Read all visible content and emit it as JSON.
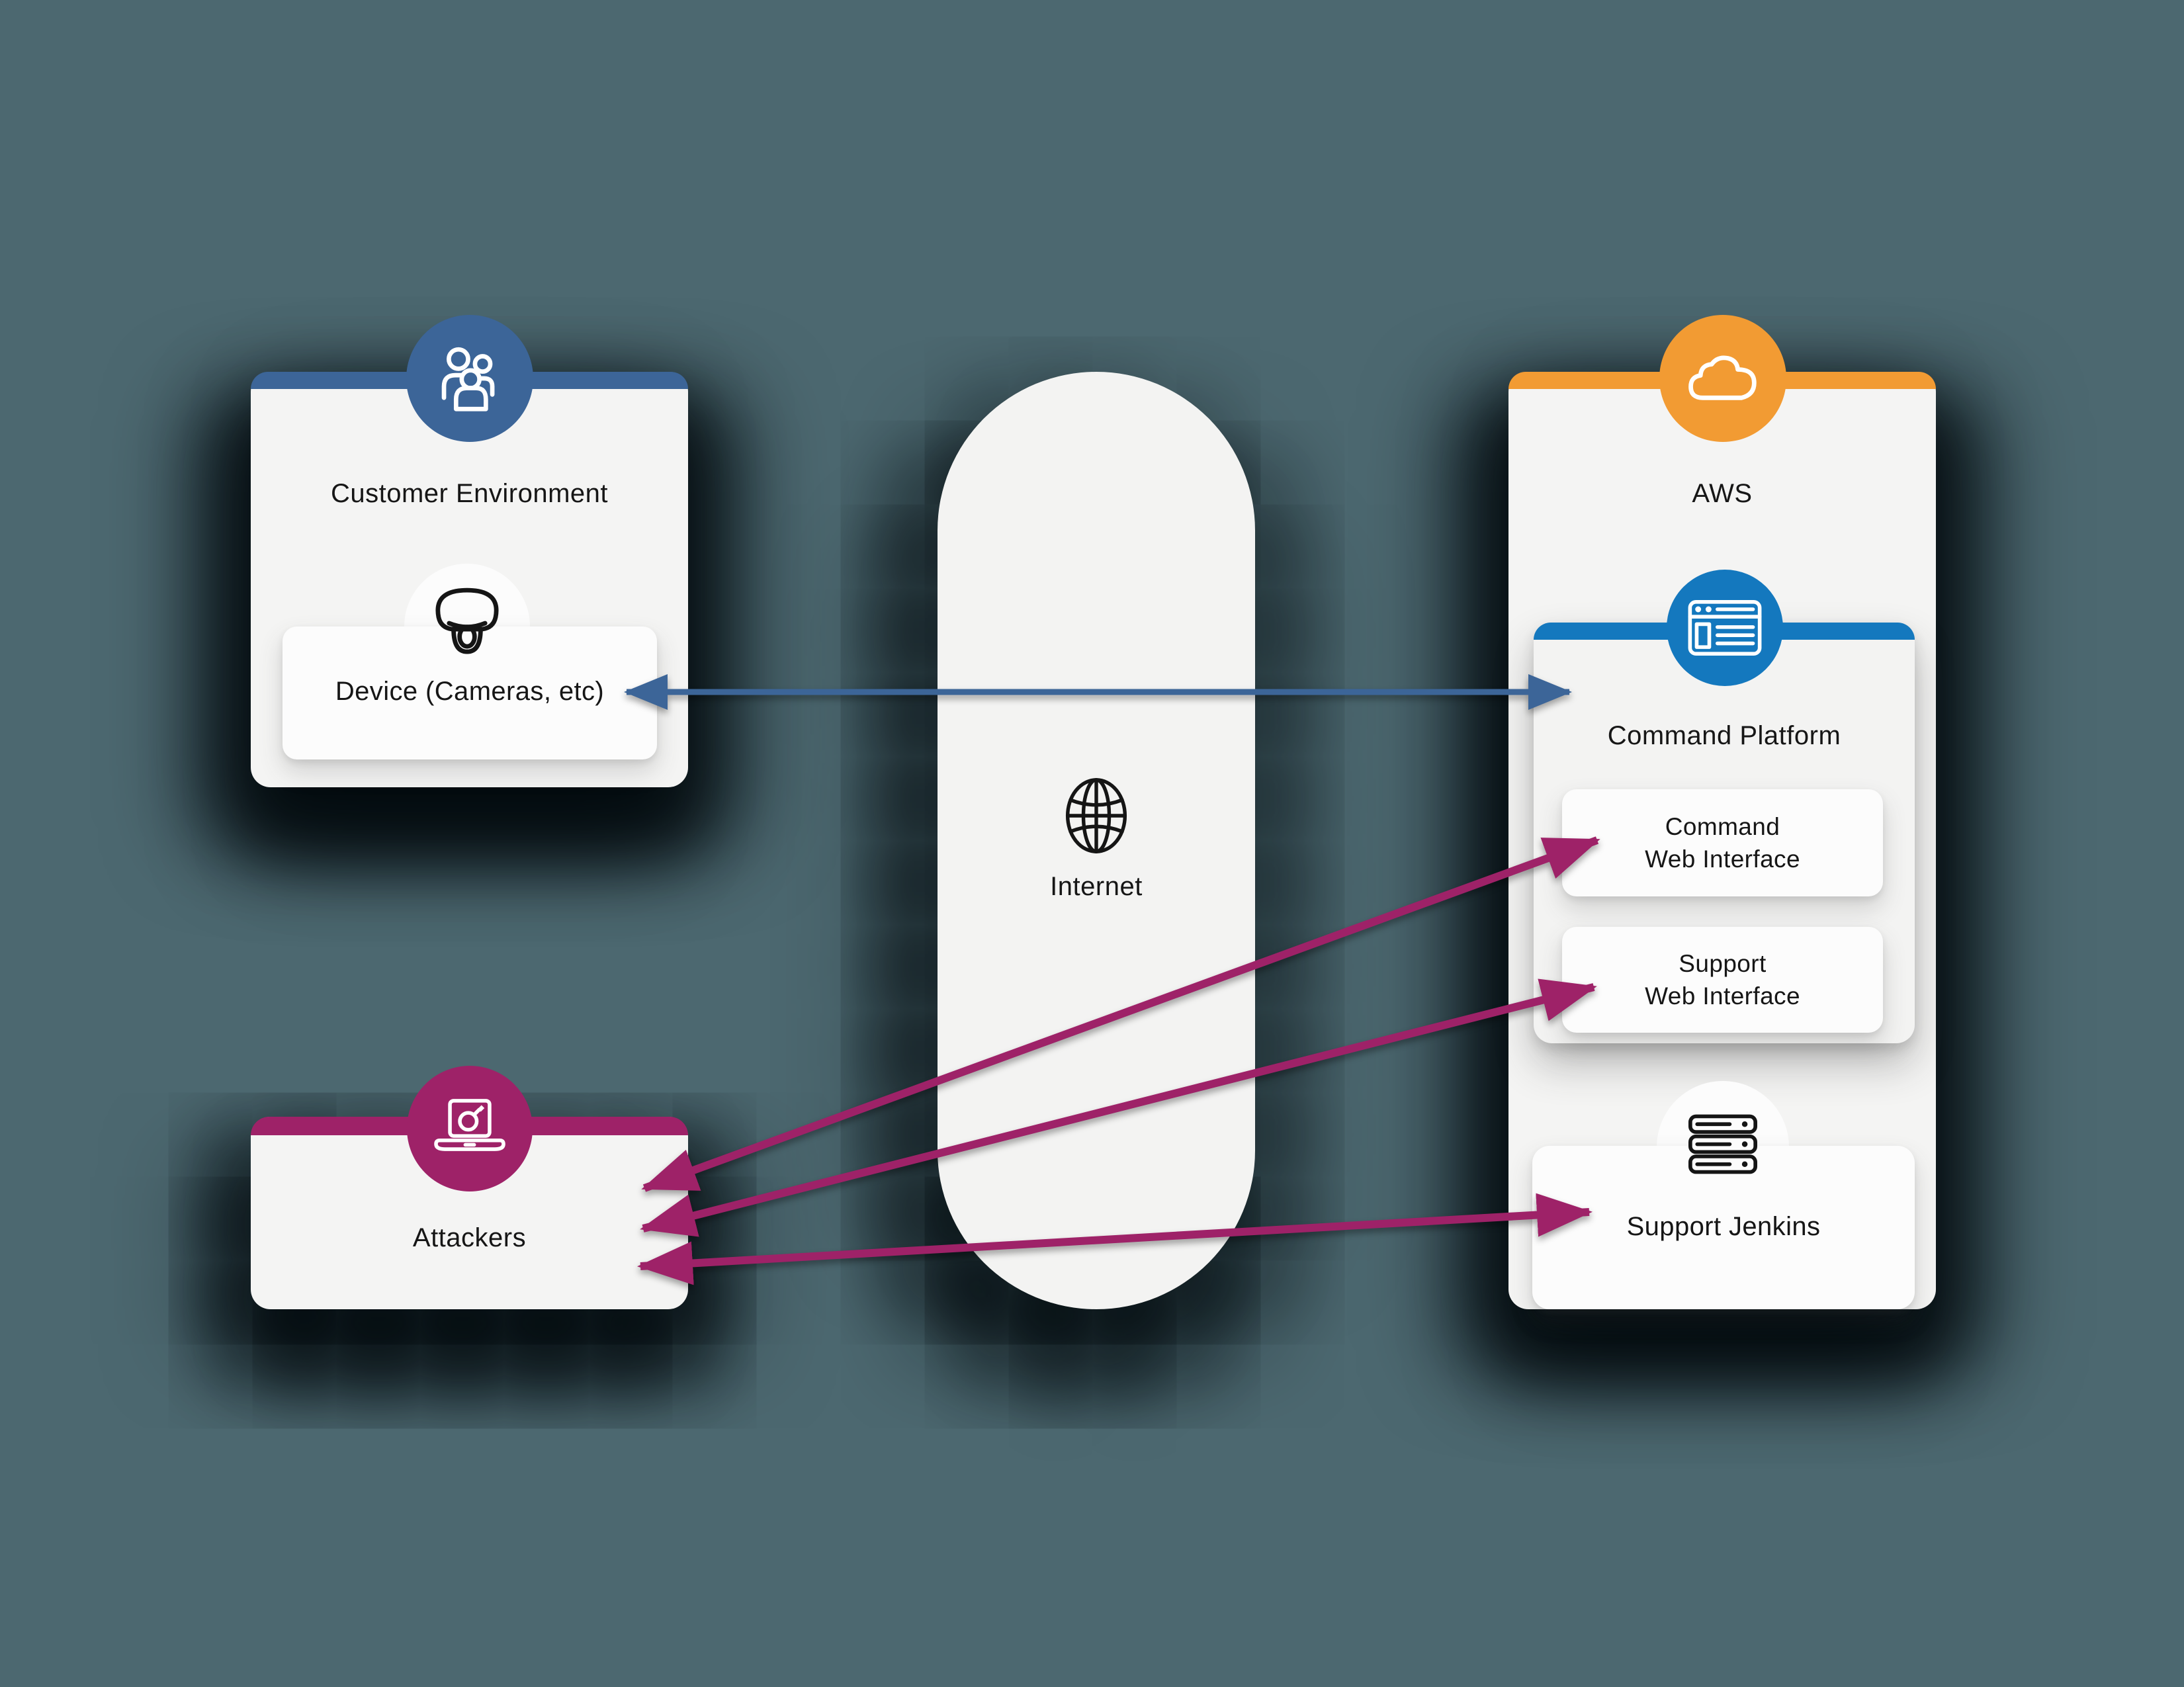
{
  "background_color": "#4C6870",
  "colors": {
    "customer_blue": "#3C6598",
    "aws_orange": "#F29B33",
    "command_blue": "#1478BE",
    "attacker_magenta": "#9E2268",
    "text": "#161616",
    "card_bg": "#F4F4F3"
  },
  "customer": {
    "title": "Customer Environment",
    "device_label": "Device (Cameras, etc)",
    "badge_icon": "people-group-icon",
    "device_icon": "dome-camera-icon"
  },
  "internet": {
    "label": "Internet",
    "icon": "globe-icon"
  },
  "aws": {
    "title": "AWS",
    "badge_icon": "cloud-icon",
    "command_platform": {
      "title": "Command Platform",
      "badge_icon": "browser-window-icon",
      "command_box": {
        "line1": "Command",
        "line2": "Web Interface"
      },
      "support_box": {
        "line1": "Support",
        "line2": "Web Interface"
      }
    },
    "jenkins": {
      "label": "Support Jenkins",
      "icon": "server-stack-icon"
    }
  },
  "attackers": {
    "title": "Attackers",
    "badge_icon": "laptop-bomb-icon"
  },
  "connections": [
    {
      "from": "Device (Cameras, etc)",
      "to": "Command Platform",
      "color": "#3C6598",
      "bidirectional": true
    },
    {
      "from": "Attackers",
      "to": "Command Web Interface",
      "color": "#9E2268",
      "bidirectional": true
    },
    {
      "from": "Attackers",
      "to": "Support Web Interface",
      "color": "#9E2268",
      "bidirectional": true
    },
    {
      "from": "Attackers",
      "to": "Support Jenkins",
      "color": "#9E2268",
      "bidirectional": true
    }
  ]
}
